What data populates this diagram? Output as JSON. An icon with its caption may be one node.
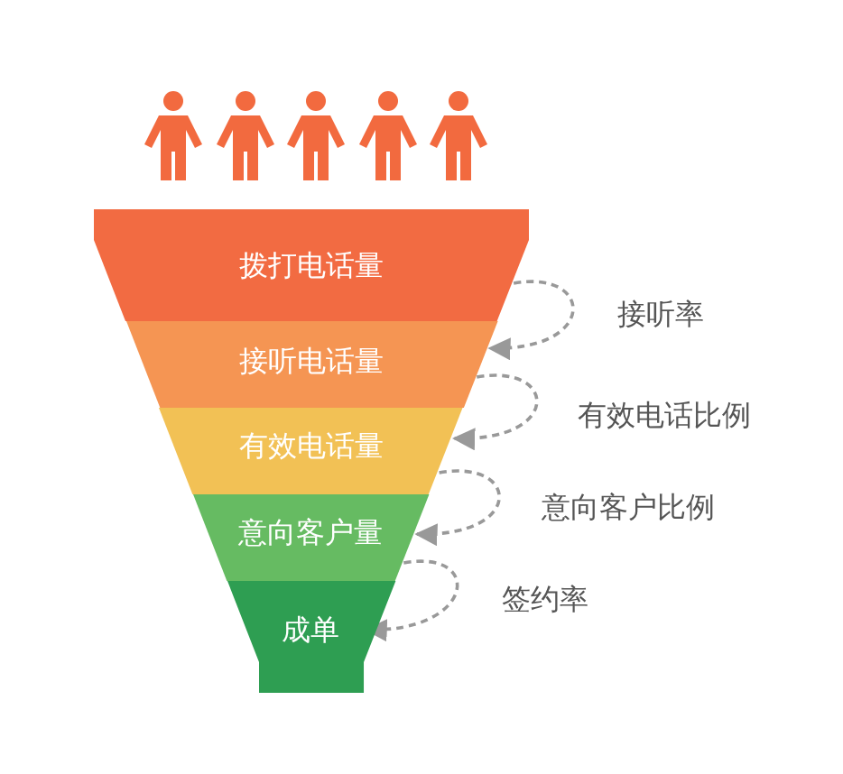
{
  "diagram": {
    "nodes": [
      {
        "text": [
          "拨打电话量"
        ]
      },
      {
        "text": [
          "接听电话量"
        ]
      },
      {
        "text": [
          "有效电话量"
        ]
      },
      {
        "text": [
          "意向客户量"
        ]
      },
      {
        "text": [
          "成单"
        ]
      }
    ],
    "edges": [
      {
        "from": 0,
        "to": 1,
        "arrow": "to",
        "style": "dashed",
        "label": "接听率"
      },
      {
        "from": 1,
        "to": 2,
        "arrow": "to",
        "style": "dashed",
        "label": "有效电话比例"
      },
      {
        "from": 2,
        "to": 3,
        "arrow": "to",
        "style": "dashed",
        "label": "意向客户比例"
      },
      {
        "from": 3,
        "to": 4,
        "arrow": "to",
        "style": "dashed",
        "label": "签约率"
      }
    ]
  }
}
